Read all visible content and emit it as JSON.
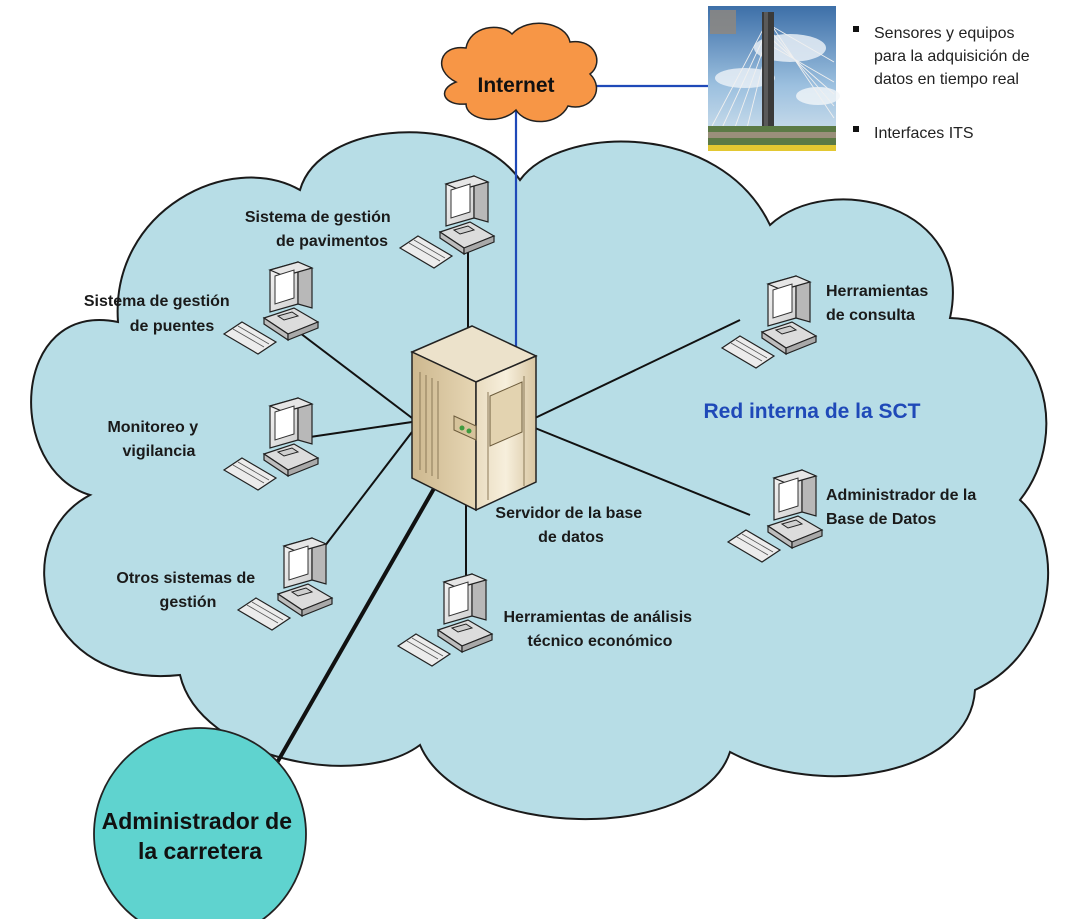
{
  "colors": {
    "cloud_fill": "#b7dde6",
    "cloud_stroke": "#1a1a1a",
    "internet_fill": "#f79646",
    "admin_fill": "#5fd3cf",
    "network_title": "#1f49b8",
    "internet_link": "#1f49b8"
  },
  "internet": {
    "label": "Internet"
  },
  "photo": {
    "icon": "cable-stayed-bridge-photo"
  },
  "bullets": [
    {
      "lines": [
        "Sensores y equipos",
        "para la adquisición de",
        "datos en tiempo real"
      ]
    },
    {
      "lines": [
        "Interfaces ITS"
      ]
    }
  ],
  "network": {
    "title": "Red interna de la SCT"
  },
  "server": {
    "lines": [
      "Servidor de la base",
      "de datos"
    ]
  },
  "nodes": {
    "pavimentos": {
      "lines": [
        "Sistema de gestión",
        "de pavimentos"
      ]
    },
    "puentes": {
      "lines": [
        "Sistema de gestión",
        "de puentes"
      ]
    },
    "monitoreo": {
      "lines": [
        "Monitoreo y",
        "vigilancia"
      ]
    },
    "otros": {
      "lines": [
        "Otros sistemas de",
        "gestión"
      ]
    },
    "analisis": {
      "lines": [
        "Herramientas de análisis",
        "técnico económico"
      ]
    },
    "consulta": {
      "lines": [
        "Herramientas",
        "de consulta"
      ]
    },
    "admin_bd": {
      "lines": [
        "Administrador de la",
        "Base de Datos"
      ]
    }
  },
  "road_admin": {
    "lines": [
      "Administrador de",
      "la carretera"
    ]
  }
}
